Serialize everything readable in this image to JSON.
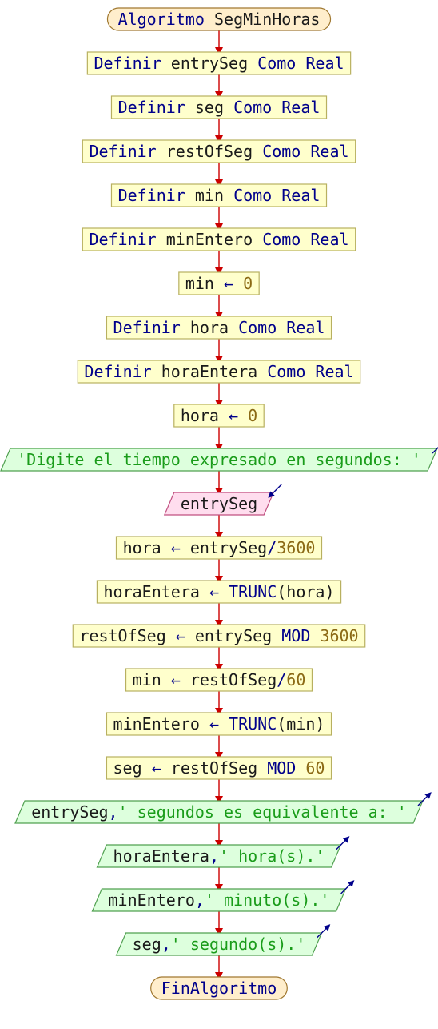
{
  "colors": {
    "terminal_fill": "#ffeecc",
    "terminal_stroke": "#a07830",
    "process_fill": "#ffffcc",
    "process_stroke": "#b8b060",
    "input_fill": "#ffddee",
    "input_stroke": "#c05080",
    "output_fill": "#ddffdd",
    "output_stroke": "#50a050",
    "connector": "#cc0000",
    "keyword": "#00008b",
    "number": "#8b6914",
    "string": "#1a9c1a",
    "variable": "#1a1a1a",
    "io_arrow": "#00008b"
  },
  "diagram": {
    "nodes": [
      {
        "id": "n0",
        "shape": "terminal",
        "tokens": [
          [
            "kw",
            "Algoritmo "
          ],
          [
            "var",
            "SegMinHoras"
          ]
        ]
      },
      {
        "id": "n1",
        "shape": "process",
        "tokens": [
          [
            "kw",
            "Definir "
          ],
          [
            "var",
            "entrySeg "
          ],
          [
            "kw",
            "Como Real"
          ]
        ]
      },
      {
        "id": "n2",
        "shape": "process",
        "tokens": [
          [
            "kw",
            "Definir "
          ],
          [
            "var",
            "seg "
          ],
          [
            "kw",
            "Como Real"
          ]
        ]
      },
      {
        "id": "n3",
        "shape": "process",
        "tokens": [
          [
            "kw",
            "Definir "
          ],
          [
            "var",
            "restOfSeg "
          ],
          [
            "kw",
            "Como Real"
          ]
        ]
      },
      {
        "id": "n4",
        "shape": "process",
        "tokens": [
          [
            "kw",
            "Definir "
          ],
          [
            "var",
            "min "
          ],
          [
            "kw",
            "Como Real"
          ]
        ]
      },
      {
        "id": "n5",
        "shape": "process",
        "tokens": [
          [
            "kw",
            "Definir "
          ],
          [
            "var",
            "minEntero "
          ],
          [
            "kw",
            "Como Real"
          ]
        ]
      },
      {
        "id": "n6",
        "shape": "process",
        "tokens": [
          [
            "var",
            "min "
          ],
          [
            "kw",
            "← "
          ],
          [
            "num",
            "0"
          ]
        ]
      },
      {
        "id": "n7",
        "shape": "process",
        "tokens": [
          [
            "kw",
            "Definir "
          ],
          [
            "var",
            "hora "
          ],
          [
            "kw",
            "Como Real"
          ]
        ]
      },
      {
        "id": "n8",
        "shape": "process",
        "tokens": [
          [
            "kw",
            "Definir "
          ],
          [
            "var",
            "horaEntera "
          ],
          [
            "kw",
            "Como Real"
          ]
        ]
      },
      {
        "id": "n9",
        "shape": "process",
        "tokens": [
          [
            "var",
            "hora "
          ],
          [
            "kw",
            "← "
          ],
          [
            "num",
            "0"
          ]
        ]
      },
      {
        "id": "n10",
        "shape": "output",
        "tokens": [
          [
            "str",
            "'Digite el tiempo expresado en segundos: '"
          ]
        ]
      },
      {
        "id": "n11",
        "shape": "input",
        "tokens": [
          [
            "var",
            "entrySeg"
          ]
        ]
      },
      {
        "id": "n12",
        "shape": "process",
        "tokens": [
          [
            "var",
            "hora "
          ],
          [
            "kw",
            "← "
          ],
          [
            "var",
            "entrySeg"
          ],
          [
            "kw",
            "/"
          ],
          [
            "num",
            "3600"
          ]
        ]
      },
      {
        "id": "n13",
        "shape": "process",
        "tokens": [
          [
            "var",
            "horaEntera "
          ],
          [
            "kw",
            "← TRUNC"
          ],
          [
            "var",
            "(hora)"
          ]
        ]
      },
      {
        "id": "n14",
        "shape": "process",
        "tokens": [
          [
            "var",
            "restOfSeg "
          ],
          [
            "kw",
            "← "
          ],
          [
            "var",
            "entrySeg "
          ],
          [
            "kw",
            "MOD "
          ],
          [
            "num",
            "3600"
          ]
        ]
      },
      {
        "id": "n15",
        "shape": "process",
        "tokens": [
          [
            "var",
            "min "
          ],
          [
            "kw",
            "← "
          ],
          [
            "var",
            "restOfSeg"
          ],
          [
            "kw",
            "/"
          ],
          [
            "num",
            "60"
          ]
        ]
      },
      {
        "id": "n16",
        "shape": "process",
        "tokens": [
          [
            "var",
            "minEntero "
          ],
          [
            "kw",
            "← TRUNC"
          ],
          [
            "var",
            "(min)"
          ]
        ]
      },
      {
        "id": "n17",
        "shape": "process",
        "tokens": [
          [
            "var",
            "seg "
          ],
          [
            "kw",
            "← "
          ],
          [
            "var",
            "restOfSeg "
          ],
          [
            "kw",
            "MOD "
          ],
          [
            "num",
            "60"
          ]
        ]
      },
      {
        "id": "n18",
        "shape": "output",
        "tokens": [
          [
            "var",
            "entrySeg"
          ],
          [
            "kw",
            ","
          ],
          [
            "str",
            "' segundos es equivalente a: '"
          ]
        ]
      },
      {
        "id": "n19",
        "shape": "output",
        "tokens": [
          [
            "var",
            "horaEntera"
          ],
          [
            "kw",
            ","
          ],
          [
            "str",
            "' hora(s).'"
          ]
        ]
      },
      {
        "id": "n20",
        "shape": "output",
        "tokens": [
          [
            "var",
            "minEntero"
          ],
          [
            "kw",
            ","
          ],
          [
            "str",
            "' minuto(s).'"
          ]
        ]
      },
      {
        "id": "n21",
        "shape": "output",
        "tokens": [
          [
            "var",
            "seg"
          ],
          [
            "kw",
            ","
          ],
          [
            "str",
            "' segundo(s).'"
          ]
        ]
      },
      {
        "id": "n22",
        "shape": "terminal",
        "tokens": [
          [
            "kw",
            "FinAlgoritmo"
          ]
        ]
      }
    ]
  }
}
